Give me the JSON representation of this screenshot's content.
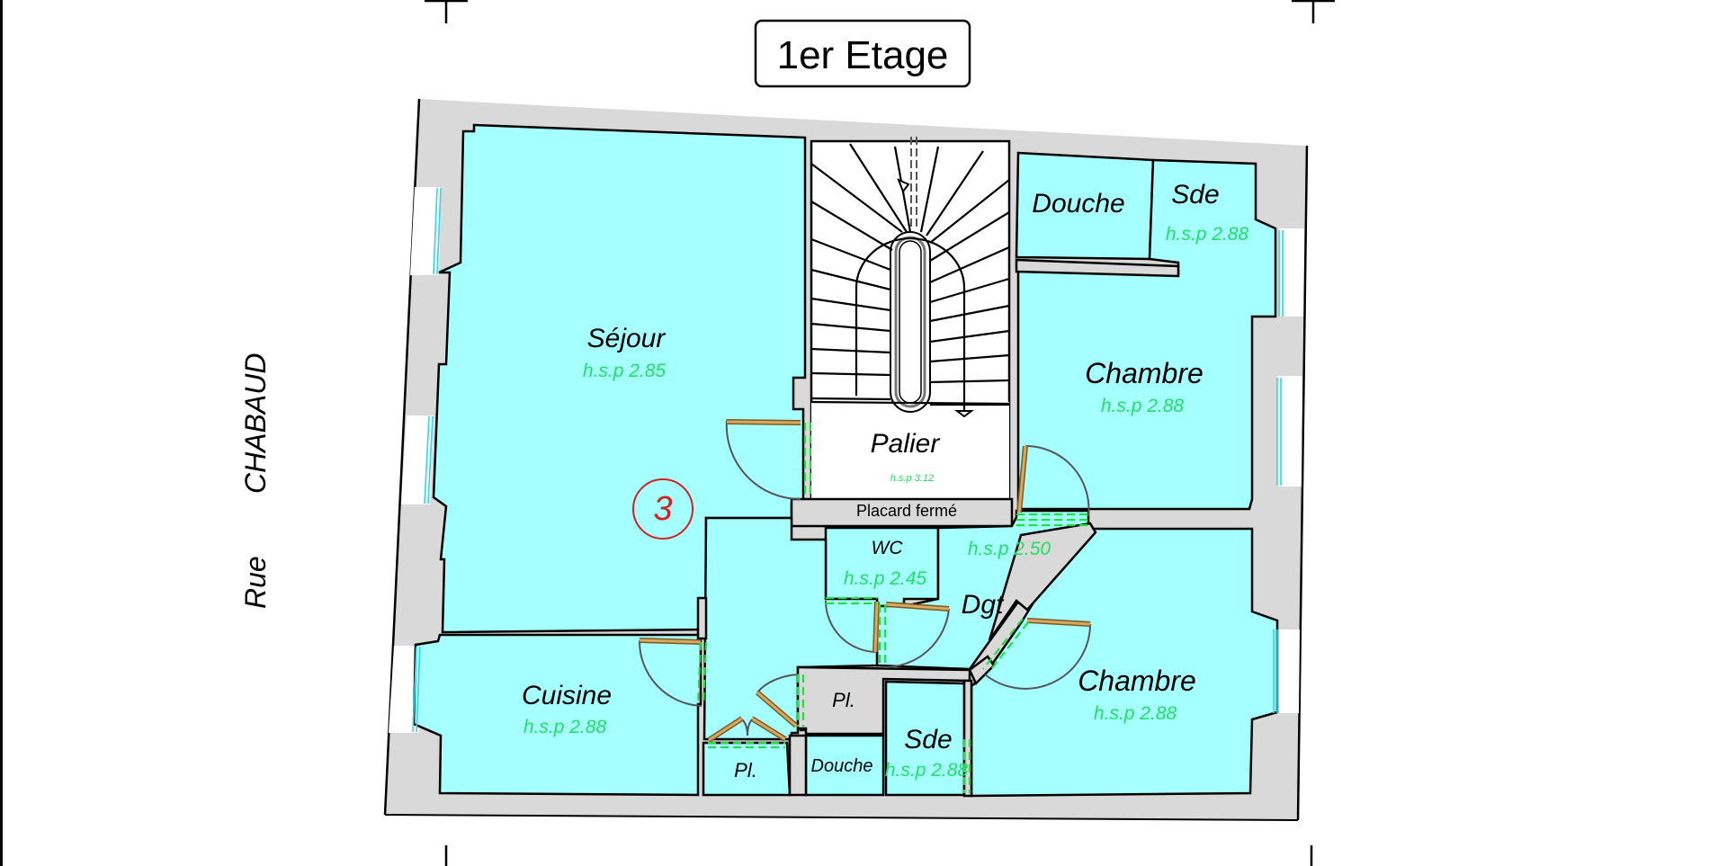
{
  "title": "1er Etage",
  "street": {
    "line1": "Rue",
    "line2": "CHABAUD"
  },
  "marker": {
    "number": "3",
    "color": "#d62020"
  },
  "colors": {
    "room_fill": "#a6ffff",
    "wall_fill": "#d9d9d9",
    "height_text": "#22dd66",
    "door_leaf": "#c08a40",
    "threshold": "#22dd44",
    "window": "#33d6e6"
  },
  "rooms": {
    "sejour": {
      "name": "Séjour",
      "hsp": "h.s.p 2.85"
    },
    "palier": {
      "name": "Palier",
      "hsp": "h.s.p 3.12"
    },
    "douche_top": {
      "name": "Douche"
    },
    "sde_top": {
      "name": "Sde",
      "hsp": "h.s.p 2.88"
    },
    "chambre_top": {
      "name": "Chambre",
      "hsp": "h.s.p 2.88"
    },
    "placard": {
      "name": "Placard fermé"
    },
    "wc": {
      "name": "WC",
      "hsp": "h.s.p 2.45"
    },
    "dgt": {
      "name": "Dgt",
      "hsp": "h.s.p 2.50"
    },
    "cuisine": {
      "name": "Cuisine",
      "hsp": "h.s.p 2.88"
    },
    "pl_upper": {
      "name": "Pl."
    },
    "pl_lower": {
      "name": "Pl."
    },
    "douche_bottom": {
      "name": "Douche"
    },
    "sde_bottom": {
      "name": "Sde",
      "hsp": "h.s.p 2.88"
    },
    "chambre_bottom": {
      "name": "Chambre",
      "hsp": "h.s.p 2.88"
    }
  }
}
